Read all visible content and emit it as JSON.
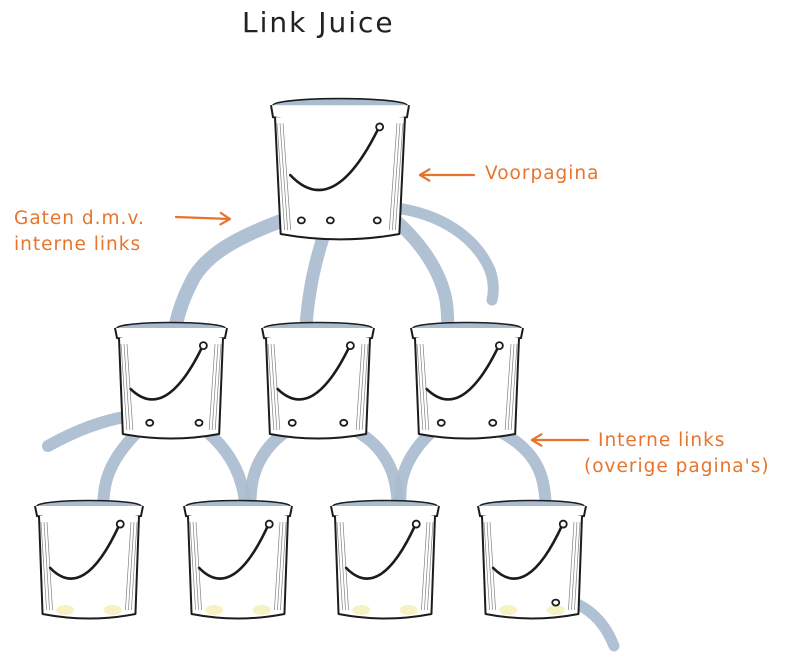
{
  "title": "Link Juice",
  "labels": {
    "front_page": "Voorpagina",
    "holes_line1": "Gaten d.m.v.",
    "holes_line2": "interne links",
    "internal_line1": "Interne links",
    "internal_line2": "(overige pagina's)"
  },
  "colors": {
    "accent": "#e8742c",
    "water": "#a9bccf",
    "outline": "#1c1c1c",
    "highlight": "#f6f2c4",
    "text": "#222222"
  }
}
